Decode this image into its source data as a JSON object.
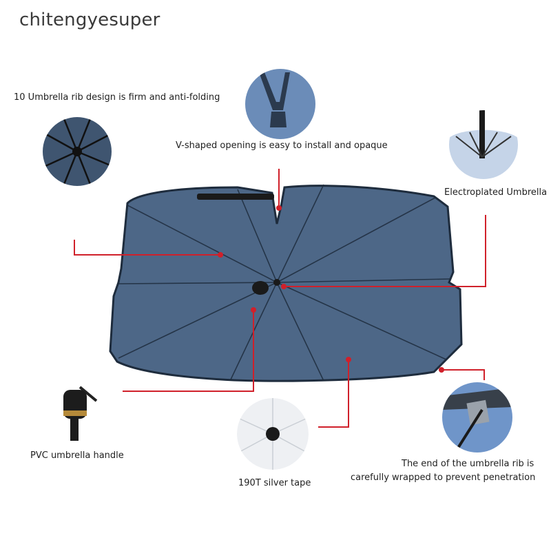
{
  "brand": "chitengyesuper",
  "colors": {
    "canopy": "#4d6787",
    "canopy_dark": "#1e2c3d",
    "pointer": "#d0202a",
    "silver": "#e9ecef"
  },
  "features": [
    {
      "key": "ribs",
      "text": "10 Umbrella rib design is firm and anti-folding",
      "icon": "umbrella-ribs-icon"
    },
    {
      "key": "opening",
      "text": "V-shaped opening is easy to install and opaque",
      "icon": "v-opening-icon"
    },
    {
      "key": "electroplated",
      "text": "Electroplated Umbrella",
      "icon": "electroplated-umbrella-icon"
    },
    {
      "key": "handle",
      "text": "PVC umbrella handle",
      "icon": "handle-icon"
    },
    {
      "key": "tape",
      "text": "190T silver tape",
      "icon": "silver-tape-icon"
    },
    {
      "key": "rib_end",
      "text_line1": "The end of the umbrella rib is",
      "text_line2": "carefully wrapped to prevent penetration",
      "icon": "rib-end-icon"
    }
  ]
}
